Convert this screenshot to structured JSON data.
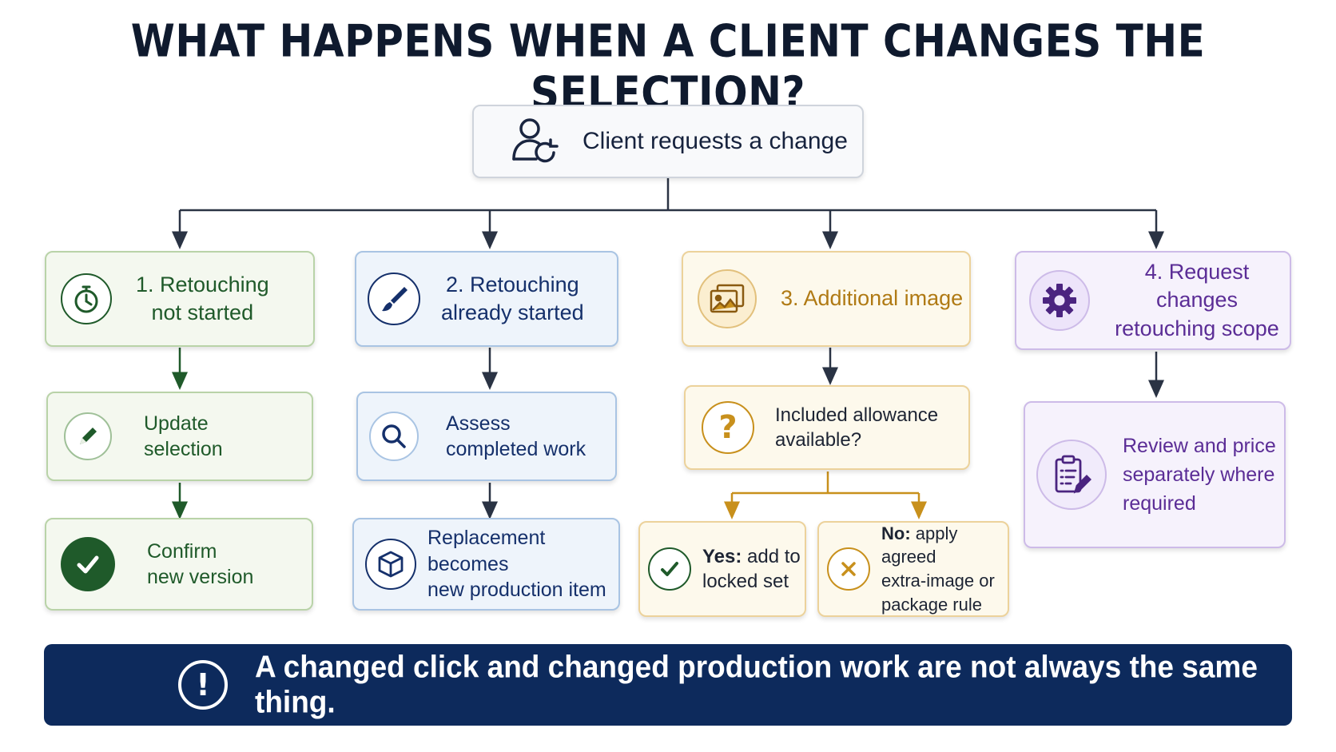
{
  "title": "WHAT HAPPENS WHEN A CLIENT CHANGES THE SELECTION?",
  "root": {
    "label": "Client requests a change",
    "icon": "user-refresh-icon"
  },
  "branches": [
    {
      "color": "#1f5a2a",
      "header": {
        "line1": "1. Retouching",
        "line2": "not started",
        "icon": "stopwatch-icon"
      },
      "step2": {
        "line1": "Update",
        "line2": "selection",
        "icon": "pencil-icon"
      },
      "step3": {
        "line1": "Confirm",
        "line2": "new version",
        "icon": "checkmark-icon"
      }
    },
    {
      "color": "#15306b",
      "header": {
        "line1": "2. Retouching",
        "line2": "already started",
        "icon": "paintbrush-icon"
      },
      "step2": {
        "line1": "Assess",
        "line2": "completed work",
        "icon": "magnifier-icon"
      },
      "step3": {
        "line1": "Replacement becomes",
        "line2": "new production item",
        "icon": "cube-icon"
      }
    },
    {
      "color": "#b07a14",
      "header": {
        "line1": "3. Additional image",
        "icon": "images-icon"
      },
      "step2": {
        "line1": "Included allowance",
        "line2": "available?",
        "icon": "question-icon"
      },
      "yes": {
        "bold": "Yes:",
        "rest": " add to",
        "line2": "locked set",
        "icon": "check-circle-icon"
      },
      "no": {
        "bold": "No:",
        "rest": " apply agreed",
        "line2": "extra-image or",
        "line3": "package rule",
        "icon": "x-circle-icon"
      }
    },
    {
      "color": "#5b2d96",
      "header": {
        "line1": "4. Request changes",
        "line2": "retouching scope",
        "icon": "gear-icon"
      },
      "step2": {
        "line1": "Review and price",
        "line2": "separately where",
        "line3": "required",
        "icon": "clipboard-pencil-icon"
      }
    }
  ],
  "banner": {
    "message": "A changed click and changed production work are not always the same thing.",
    "icon": "exclamation-icon"
  }
}
